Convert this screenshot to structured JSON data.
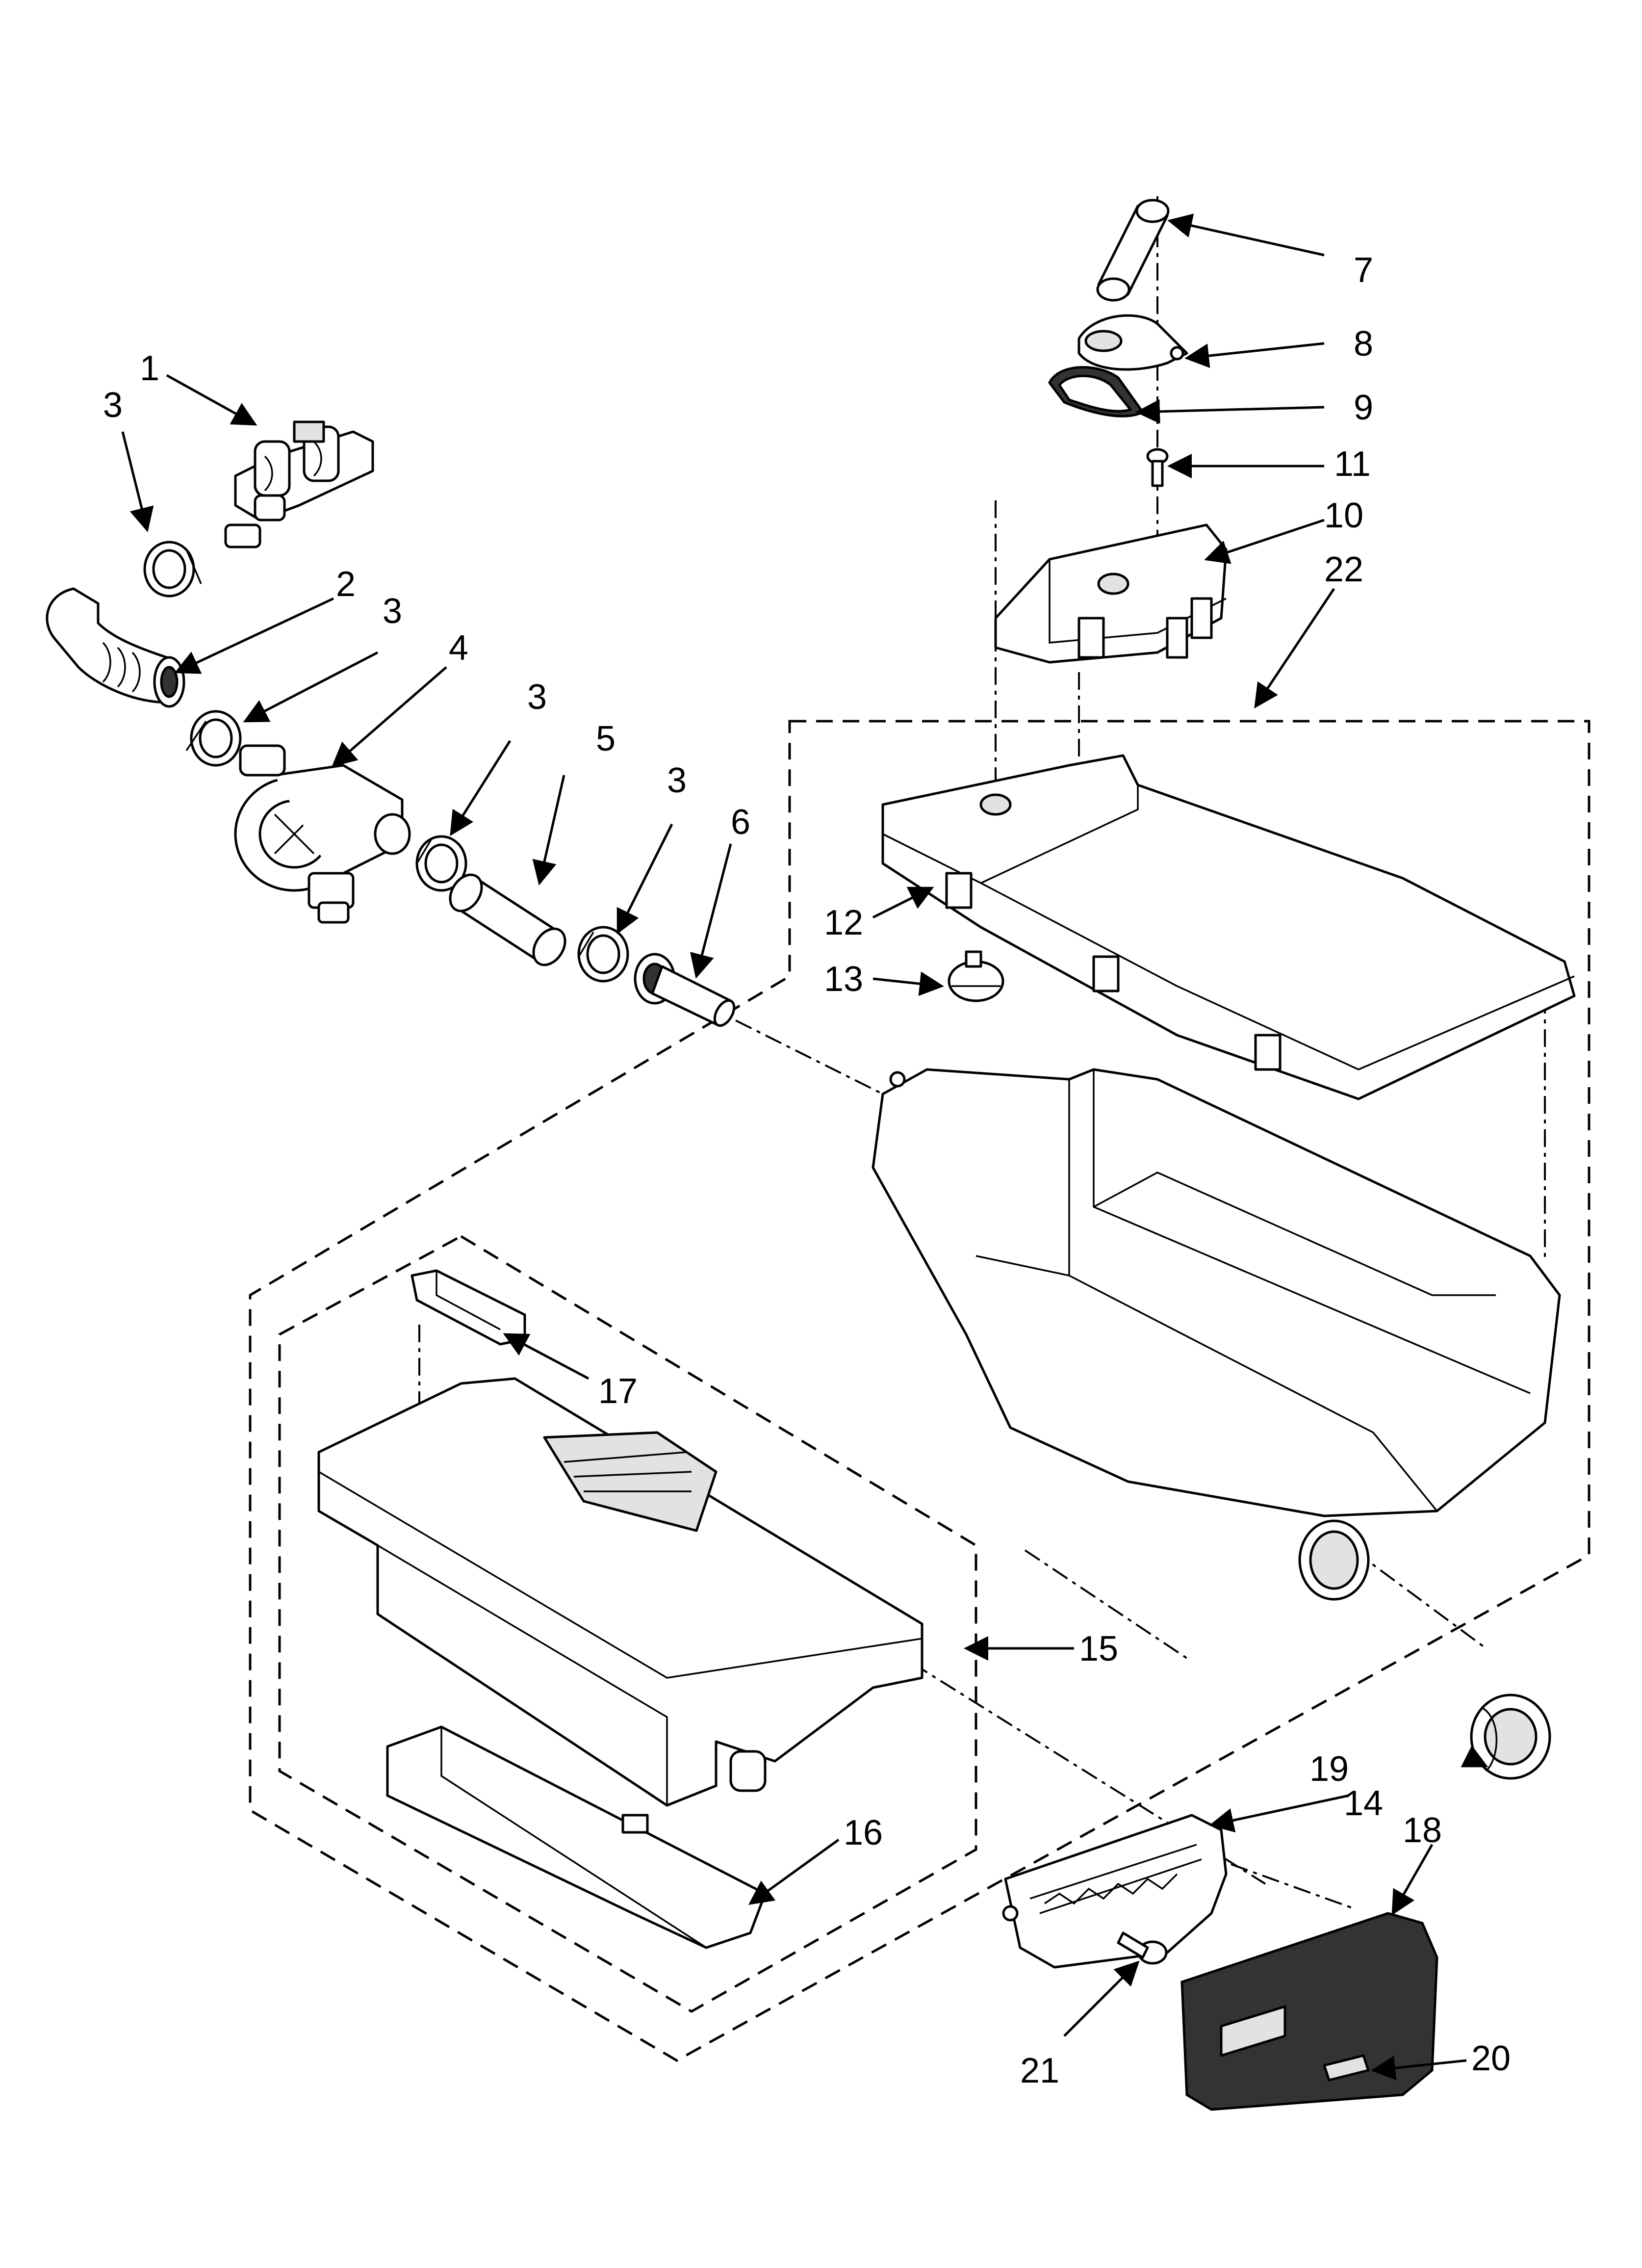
{
  "callouts": [
    {
      "id": "c1",
      "text": "1"
    },
    {
      "id": "c2",
      "text": "2"
    },
    {
      "id": "c3a",
      "text": "3"
    },
    {
      "id": "c3b",
      "text": "3"
    },
    {
      "id": "c3c",
      "text": "3"
    },
    {
      "id": "c3d",
      "text": "3"
    },
    {
      "id": "c4",
      "text": "4"
    },
    {
      "id": "c5",
      "text": "5"
    },
    {
      "id": "c6",
      "text": "6"
    },
    {
      "id": "c7",
      "text": "7"
    },
    {
      "id": "c8",
      "text": "8"
    },
    {
      "id": "c9",
      "text": "9"
    },
    {
      "id": "c10",
      "text": "10"
    },
    {
      "id": "c11",
      "text": "11"
    },
    {
      "id": "c12",
      "text": "12"
    },
    {
      "id": "c13",
      "text": "13"
    },
    {
      "id": "c14",
      "text": "14"
    },
    {
      "id": "c15",
      "text": "15"
    },
    {
      "id": "c16",
      "text": "16"
    },
    {
      "id": "c17",
      "text": "17"
    },
    {
      "id": "c18",
      "text": "18"
    },
    {
      "id": "c19",
      "text": "19"
    },
    {
      "id": "c20",
      "text": "20"
    },
    {
      "id": "c21",
      "text": "21"
    },
    {
      "id": "c22",
      "text": "22"
    }
  ],
  "style": {
    "line_color": "#000000",
    "background": "#ffffff",
    "fill_shade": "#e2e2e2"
  }
}
